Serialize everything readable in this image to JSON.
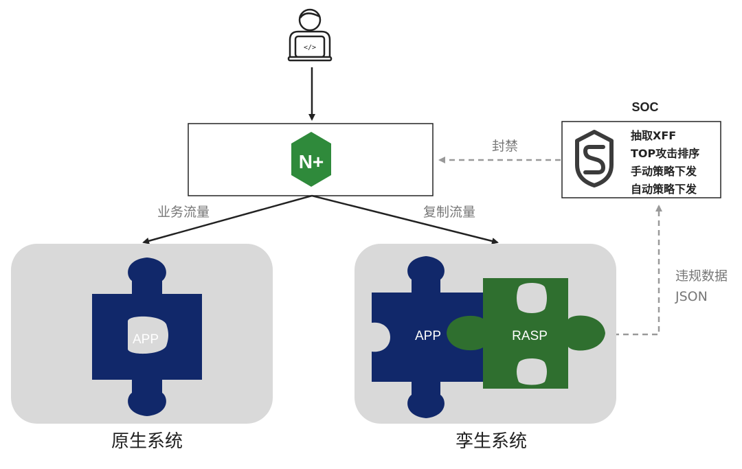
{
  "proxy": {
    "logo_text": "N+",
    "brand_color": "#2f8a3b"
  },
  "edges": {
    "business_traffic": "业务流量",
    "mirror_traffic": "复制流量",
    "block": "封禁",
    "violation_line1": "违规数据",
    "violation_line2": "JSON"
  },
  "soc": {
    "title": "SOC",
    "features": [
      "抽取XFF",
      "TOP攻击排序",
      "手动策略下发",
      "自动策略下发"
    ]
  },
  "original_system": {
    "app_label": "APP",
    "caption": "原生系统"
  },
  "twin_system": {
    "app_label": "APP",
    "rasp_label": "RASP",
    "caption": "孪生系统"
  },
  "colors": {
    "app_piece": "#11286a",
    "rasp_piece": "#2f6f2f",
    "system_panel": "#d9d9d9",
    "edge_label": "#777777",
    "dashed_line": "#999999"
  }
}
